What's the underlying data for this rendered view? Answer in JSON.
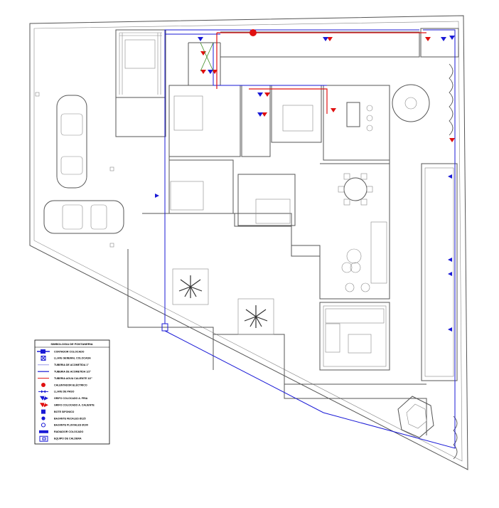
{
  "legend": {
    "title": "SIMBOLOGIA DE FONTANERIA",
    "items": [
      {
        "label": "CONTADOR COLOCADO",
        "icon": "water-meter-icon"
      },
      {
        "label": "LLAVE GENERAL COLOCADA",
        "icon": "main-valve-icon"
      },
      {
        "label": "TUBERIA DE ACOMETIDA 1\"",
        "icon": "pipe-1in-icon"
      },
      {
        "label": "TUBERIA DE ACOMETIDA 1/2\"",
        "icon": "pipe-half-in-icon"
      },
      {
        "label": "TUBERIA AGUA CALIENTE 1/2\"",
        "icon": "hot-water-pipe-icon"
      },
      {
        "label": "CALENTADOR ELÉCTRICO",
        "icon": "electric-heater-icon"
      },
      {
        "label": "LLAVE DE PASO",
        "icon": "stop-valve-icon"
      },
      {
        "label": "GRIFO COLOCADO A. FRIA",
        "icon": "cold-tap-icon"
      },
      {
        "label": "GRIFO COLOCADO A. CALIENTE",
        "icon": "hot-tap-icon"
      },
      {
        "label": "BOTE SIFONICO",
        "icon": "siphon-drain-icon"
      },
      {
        "label": "BAJANTE FECALES Ø125",
        "icon": "sewage-downpipe-icon"
      },
      {
        "label": "BAJANTE PLUVIALES Ø100",
        "icon": "rain-downpipe-icon"
      },
      {
        "label": "RADIADOR COLOCADO",
        "icon": "radiator-icon"
      },
      {
        "label": "EQUIPO DE CALDERA",
        "icon": "boiler-icon"
      }
    ]
  },
  "colors": {
    "cold_pipe": "#1a1ad6",
    "hot_pipe": "#e01010",
    "walls": "#555555"
  }
}
